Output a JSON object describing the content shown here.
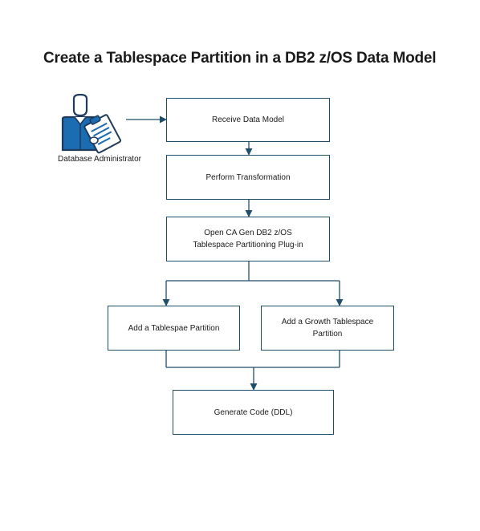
{
  "title": "Create a Tablespace Partition in a DB2 z/OS Data Model",
  "role": {
    "label": "Database Administrator",
    "icon": "database-administrator-icon"
  },
  "steps": {
    "receive": "Receive Data Model",
    "transform": "Perform Transformation",
    "open_plugin": "Open CA Gen DB2 z/OS Tablespace Partitioning Plug-in",
    "add_partition": "Add a Tablespae Partition",
    "add_growth": "Add a Growth Tablespace Partition",
    "generate": "Generate Code (DDL)"
  },
  "colors": {
    "box_border": "#1f4e6a",
    "connector": "#1f4e6a",
    "icon_blue": "#1b6cb0",
    "icon_outline": "#1e3a5c"
  }
}
